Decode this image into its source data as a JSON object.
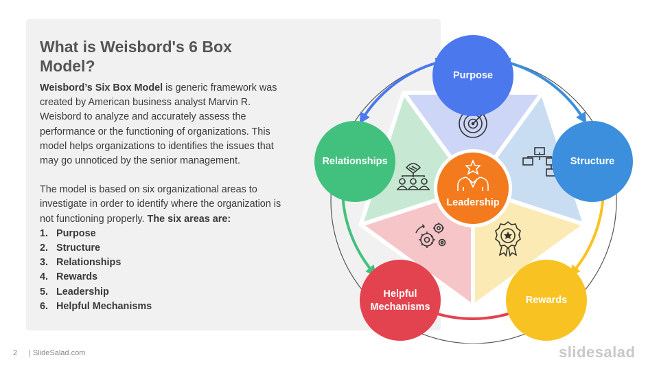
{
  "slide": {
    "title": "What is Weisbord's 6 Box Model?",
    "intro_bold": "Weisbord’s Six Box Model",
    "intro_rest": " is generic framework was created by American business analyst Marvin R. Weisbord to analyze and accurately assess the performance or the functioning of organizations. This model helps organizations to identifies the issues that may go unnoticed by the senior management.",
    "areas_text": "The model is based on six organizational areas to investigate in order to identify where the organization is not functioning properly. ",
    "areas_bold": "The six areas are:",
    "list": [
      {
        "num": "1.",
        "label": "Purpose"
      },
      {
        "num": "2.",
        "label": "Structure"
      },
      {
        "num": "3.",
        "label": "Relationships"
      },
      {
        "num": "4.",
        "label": "Rewards"
      },
      {
        "num": "5.",
        "label": "Leadership"
      },
      {
        "num": "6.",
        "label": "Helpful Mechanisms"
      }
    ]
  },
  "diagram": {
    "center": {
      "label": "Leadership",
      "color": "#f37b1d",
      "icon": "leader-star-icon"
    },
    "nodes": [
      {
        "label": "Purpose",
        "color": "#4c78ee",
        "light": "#cdd6f7",
        "icon": "target-icon"
      },
      {
        "label": "Structure",
        "color": "#3b8fdc",
        "light": "#c8ddf2",
        "icon": "org-chart-icon"
      },
      {
        "label": "Rewards",
        "color": "#f8c322",
        "light": "#fbeab3",
        "icon": "award-badge-icon"
      },
      {
        "label": "Helpful",
        "label2": "Mechanisms",
        "color": "#e2434e",
        "light": "#f5c5c8",
        "icon": "gears-icon"
      },
      {
        "label": "Relationships",
        "color": "#42c17e",
        "light": "#c7e9d3",
        "icon": "team-handshake-icon"
      }
    ]
  },
  "footer": {
    "page_number": "2",
    "site": "| SlideSalad.com",
    "brand": "slidesalad"
  }
}
